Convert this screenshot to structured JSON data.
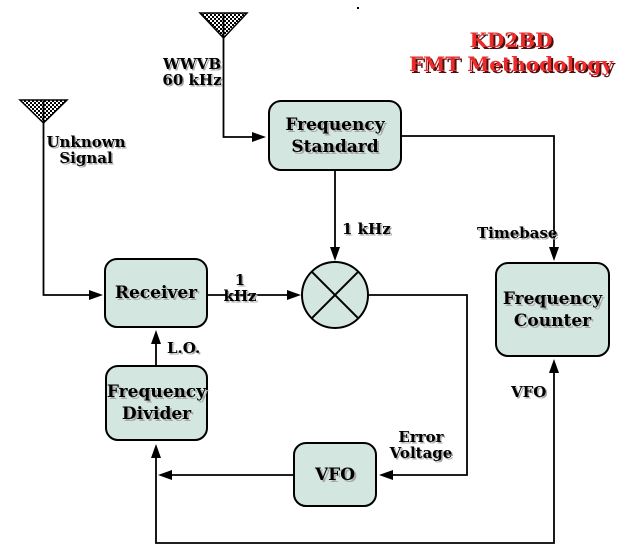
{
  "title": {
    "line1": "KD2BD",
    "line2": "FMT Methodology"
  },
  "colors": {
    "box_fill": "#d3e6e0",
    "box_border": "#000000",
    "line": "#000000",
    "title_red": "#ee2b2b",
    "text": "#000000"
  },
  "nodes": {
    "frequency_standard": {
      "label": "Frequency\nStandard"
    },
    "receiver": {
      "label": "Receiver"
    },
    "frequency_counter": {
      "label": "Frequency\nCounter"
    },
    "frequency_divider": {
      "label": "Frequency\nDivider"
    },
    "vfo": {
      "label": "VFO"
    },
    "mixer": {
      "symbol": "circle-with-x-mixer"
    }
  },
  "labels": {
    "wwvb": "WWVB\n60 kHz",
    "unknown_signal": "Unknown\nSignal",
    "khz_standard_to_mixer": "1 kHz",
    "khz_receiver_to_mixer": "1 kHz",
    "timebase": "Timebase",
    "local_oscillator": "L.O.",
    "error_voltage": "Error\nVoltage",
    "vfo_to_counter": "VFO"
  }
}
